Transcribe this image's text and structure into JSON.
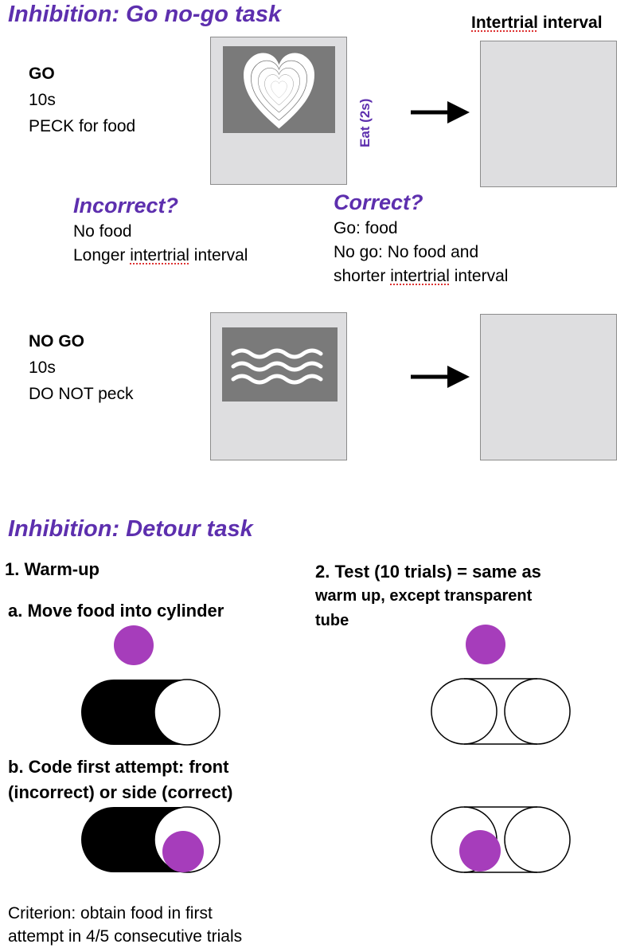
{
  "gonogo": {
    "heading": "Inhibition: Go no-go task",
    "intertrial_label_pre": "Intertrial",
    "intertrial_label_post": " interval",
    "go": {
      "title": "GO",
      "duration": "10s",
      "instruction": "PECK for food"
    },
    "eat_label": "Eat (2s)",
    "incorrect": {
      "heading": "Incorrect?",
      "line1": "No food",
      "line2_pre": "Longer ",
      "line2_spell": "intertrial",
      "line2_post": " interval"
    },
    "correct": {
      "heading": "Correct?",
      "line1": "Go: food",
      "line2": "No go: No food and",
      "line3_pre": "shorter ",
      "line3_spell": "intertrial",
      "line3_post": " interval"
    },
    "nogo": {
      "title": "NO GO",
      "duration": "10s",
      "instruction": "DO NOT peck"
    },
    "colors": {
      "heading": "#5d2fae",
      "screen": "#dedee0",
      "stimulus": "#7a7a7a"
    },
    "icons": [
      "heart-icon",
      "wave-icon",
      "arrow-right-icon"
    ]
  },
  "detour": {
    "heading": "Inhibition: Detour task",
    "warmup": "1. Warm-up",
    "step_a": "a. Move food into cylinder",
    "step_b_line1": "b. Code first attempt: front",
    "step_b_line2": "(incorrect) or side (correct)",
    "test_line1": "2. Test (10 trials) = same as",
    "test_line2": "warm up, except transparent",
    "test_line3": "tube",
    "criterion_line1": "Criterion: obtain food in first",
    "criterion_line2": "attempt in 4/5 consecutive trials",
    "colors": {
      "food": "#a63dbb",
      "opaque_tube": "#000000"
    }
  }
}
